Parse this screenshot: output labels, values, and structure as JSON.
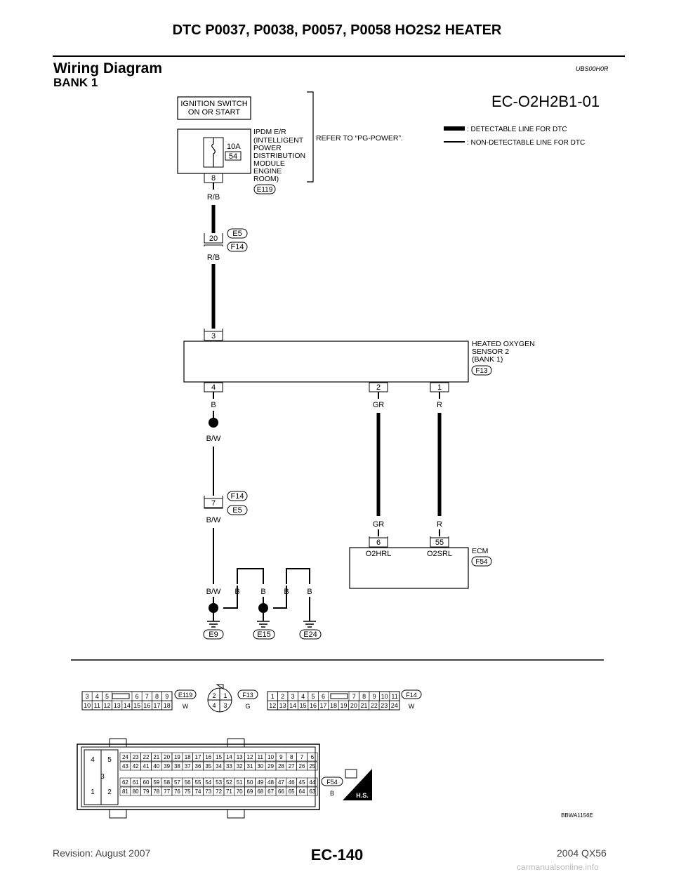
{
  "header": {
    "title": "DTC P0037, P0038, P0057, P0058 HO2S2 HEATER"
  },
  "section": {
    "title": "Wiring Diagram",
    "subtitle": "BANK 1",
    "code": "UBS00H0R"
  },
  "diagram": {
    "id": "EC-O2H2B1-01",
    "legend": {
      "detectable": ": DETECTABLE LINE FOR DTC",
      "non_detectable": ": NON-DETECTABLE LINE FOR DTC"
    },
    "ignition": {
      "line1": "IGNITION SWITCH",
      "line2": "ON OR START"
    },
    "ipdm": {
      "lines": [
        "IPDM E/R",
        "(INTELLIGENT",
        "POWER",
        "DISTRIBUTION",
        "MODULE",
        "ENGINE",
        "ROOM)"
      ],
      "fuse_amp": "10A",
      "fuse_no": "54",
      "pin": "8",
      "connector": "E119"
    },
    "refer": "REFER TO “PG-POWER”.",
    "wires": {
      "rb1": "R/B",
      "rb2": "R/B",
      "b": "B",
      "bw1": "B/W",
      "bw2": "B/W",
      "bw3": "B/W",
      "gr1": "GR",
      "gr2": "GR",
      "r1": "R",
      "r2": "R",
      "gnd_b": [
        "B",
        "B",
        "B",
        "B"
      ]
    },
    "joint1": {
      "pin": "20",
      "c1": "E5",
      "c2": "F14"
    },
    "joint2": {
      "pin": "7",
      "c1": "F14",
      "c2": "E5"
    },
    "sensor": {
      "lines": [
        "HEATED OXYGEN",
        "SENSOR 2",
        "(BANK 1)"
      ],
      "connector": "F13",
      "pin_top": "3",
      "pin_b": "4",
      "pin_gr": "2",
      "pin_r": "1"
    },
    "ecm": {
      "label": "ECM",
      "connector": "F54",
      "pin_gr": "6",
      "pin_r": "55",
      "term_gr": "O2HRL",
      "term_r": "O2SRL"
    },
    "grounds": [
      "E9",
      "E15",
      "E24"
    ],
    "connectors": {
      "e119": {
        "id": "E119",
        "color": "W",
        "top": [
          "3",
          "4",
          "5",
          "6",
          "7",
          "8",
          "9"
        ],
        "bottom": [
          "10",
          "11",
          "12",
          "13",
          "14",
          "15",
          "16",
          "17",
          "18"
        ]
      },
      "f13": {
        "id": "F13",
        "color": "G",
        "pins": [
          "2",
          "1",
          "4",
          "3"
        ]
      },
      "f14": {
        "id": "F14",
        "color": "W",
        "top": [
          "1",
          "2",
          "3",
          "4",
          "5",
          "6",
          "7",
          "8",
          "9",
          "10",
          "11"
        ],
        "bottom": [
          "12",
          "13",
          "14",
          "15",
          "16",
          "17",
          "18",
          "19",
          "20",
          "21",
          "22",
          "23",
          "24"
        ]
      },
      "f54": {
        "id": "F54",
        "color": "B",
        "left": [
          "4",
          "5",
          "3",
          "1",
          "2"
        ],
        "row1": [
          "24",
          "23",
          "22",
          "21",
          "20",
          "19",
          "18",
          "17",
          "16",
          "15",
          "14",
          "13",
          "12",
          "11",
          "10",
          "9",
          "8",
          "7",
          "6"
        ],
        "row2": [
          "43",
          "42",
          "41",
          "40",
          "39",
          "38",
          "37",
          "36",
          "35",
          "34",
          "33",
          "32",
          "31",
          "30",
          "29",
          "28",
          "27",
          "26",
          "25"
        ],
        "row3": [
          "62",
          "61",
          "60",
          "59",
          "58",
          "57",
          "56",
          "55",
          "54",
          "53",
          "52",
          "51",
          "50",
          "49",
          "48",
          "47",
          "46",
          "45",
          "44"
        ],
        "row4": [
          "81",
          "80",
          "79",
          "78",
          "77",
          "76",
          "75",
          "74",
          "73",
          "72",
          "71",
          "70",
          "69",
          "68",
          "67",
          "66",
          "65",
          "64",
          "63"
        ]
      },
      "hs": "H.S."
    },
    "figure_code": "BBWA1156E"
  },
  "footer": {
    "revision": "Revision: August 2007",
    "page": "EC-140",
    "model": "2004 QX56",
    "watermark": "carmanualsonline.info"
  }
}
